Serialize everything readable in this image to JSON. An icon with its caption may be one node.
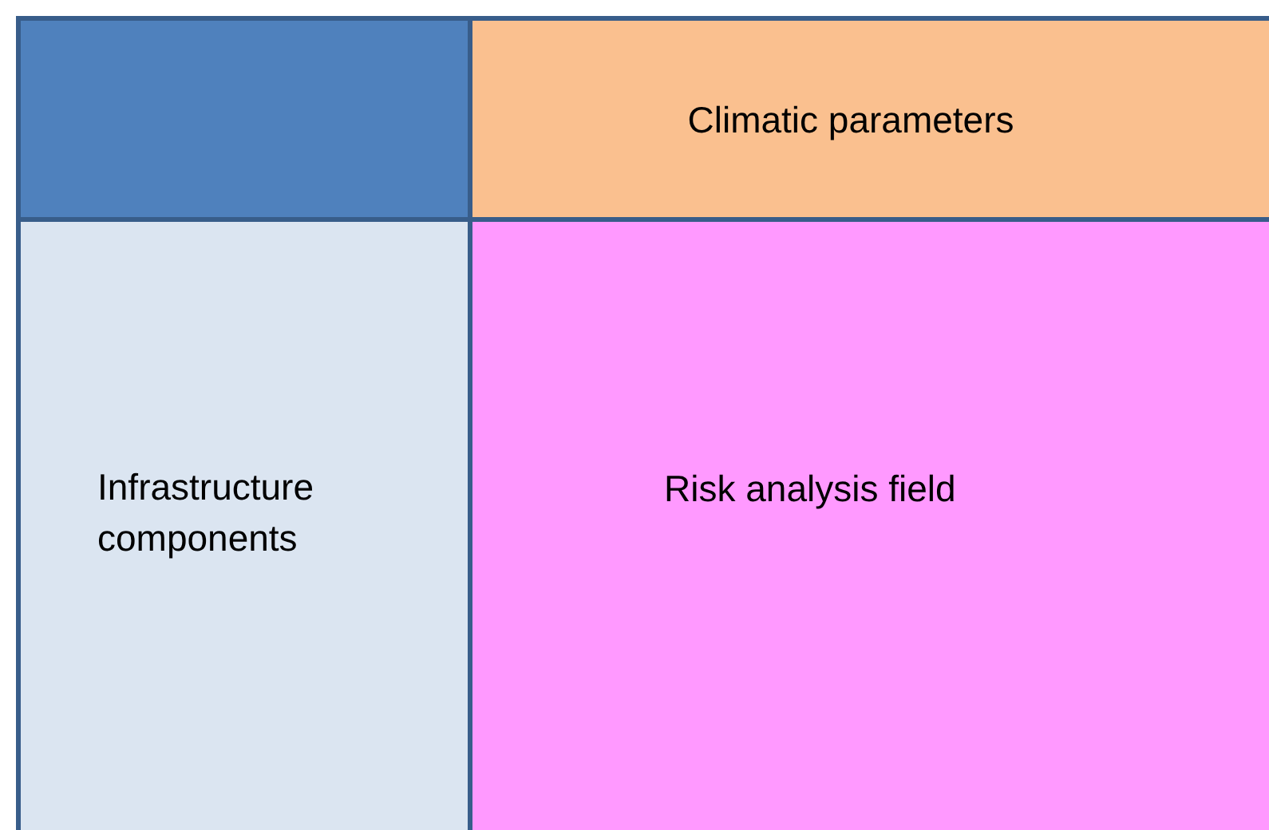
{
  "diagram": {
    "nodes": [
      {
        "text": [],
        "shape": "box"
      },
      {
        "text": [
          "Climatic parameters"
        ]
      },
      {
        "text": [
          "Infrastructure components"
        ]
      },
      {
        "text": [
          "Risk analysis field"
        ]
      }
    ]
  }
}
